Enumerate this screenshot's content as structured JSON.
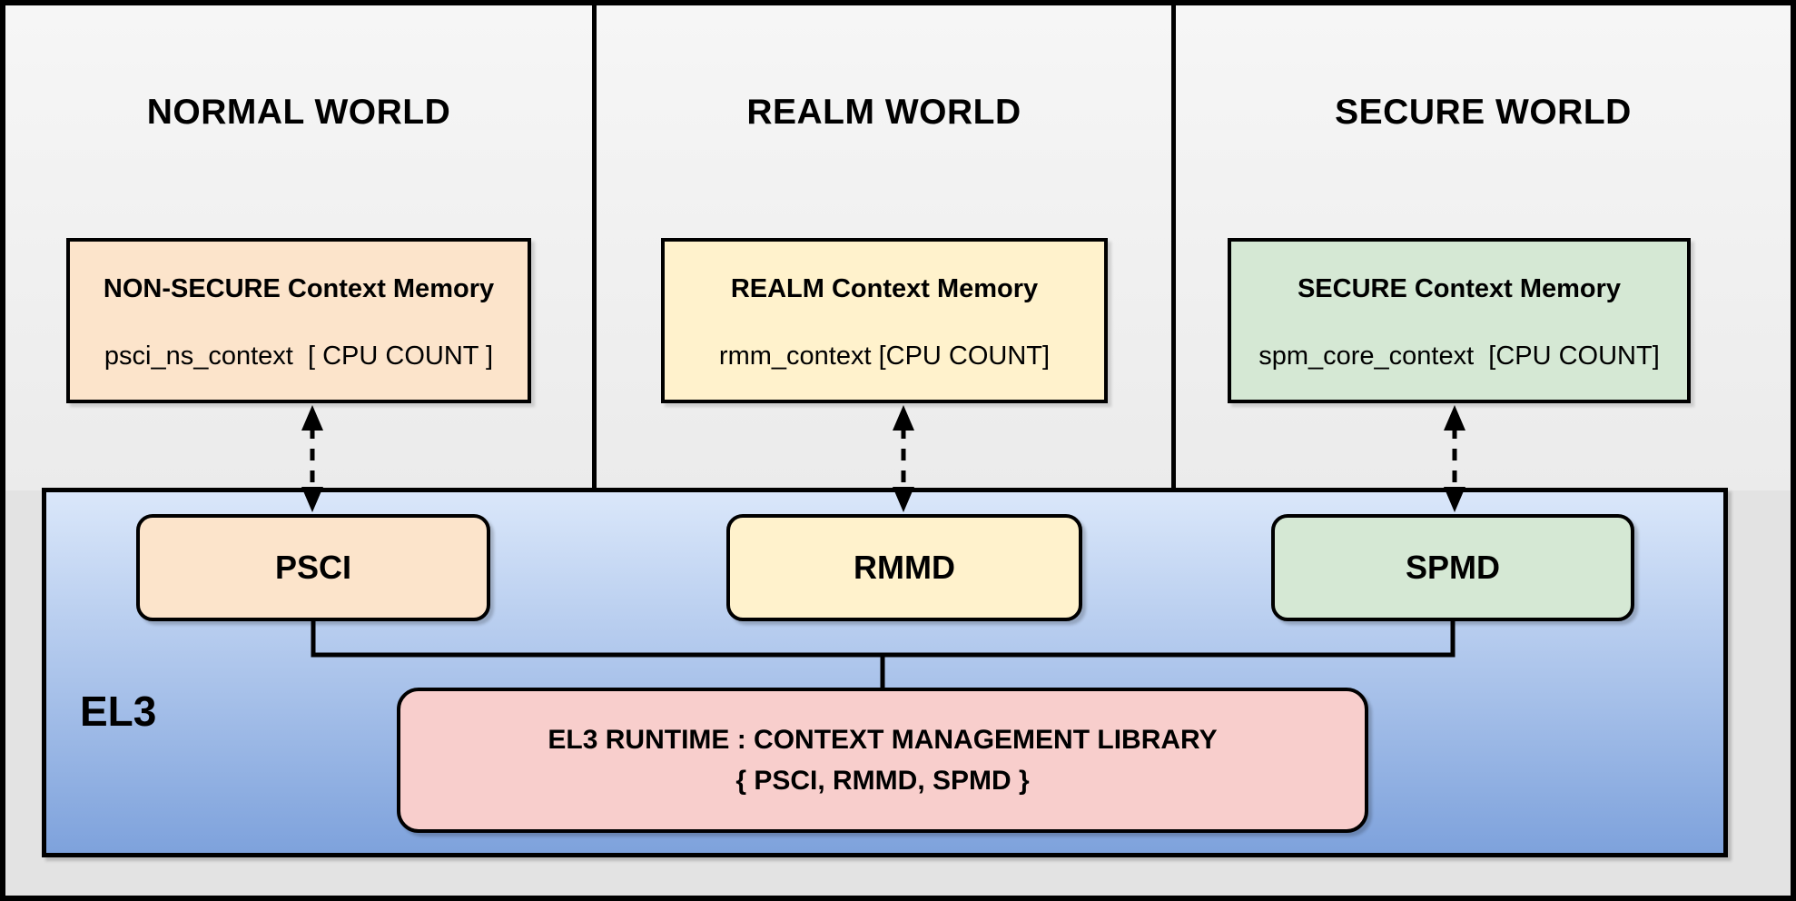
{
  "worlds": [
    {
      "name": "NORMAL WORLD",
      "context_memory": {
        "title": "NON-SECURE Context Memory",
        "instance": "psci_ns_context  [ CPU COUNT ]"
      },
      "dispatcher": "PSCI",
      "color": "#FCE4CB"
    },
    {
      "name": "REALM WORLD",
      "context_memory": {
        "title": "REALM Context Memory",
        "instance": "rmm_context [CPU COUNT]"
      },
      "dispatcher": "RMMD",
      "color": "#FFF2CC"
    },
    {
      "name": "SECURE WORLD",
      "context_memory": {
        "title": "SECURE Context Memory",
        "instance": "spm_core_context  [CPU COUNT]"
      },
      "dispatcher": "SPMD",
      "color": "#D5E8D4"
    }
  ],
  "el3": {
    "label": "EL3",
    "runtime": {
      "line1": "EL3 RUNTIME : CONTEXT MANAGEMENT LIBRARY",
      "line2": "{ PSCI, RMMD, SPMD }"
    }
  },
  "colors": {
    "normal_world_fill": "#FCE4CB",
    "realm_world_fill": "#FFF2CC",
    "secure_world_fill": "#D5E8D4",
    "runtime_fill": "#F8CECC",
    "el3_gradient_top": "#DAE7FA",
    "el3_gradient_bottom": "#7EA2DC",
    "panel_gradient_top": "#F6F6F6",
    "panel_gradient_bottom": "#EBEBEB",
    "stroke": "#000000"
  }
}
